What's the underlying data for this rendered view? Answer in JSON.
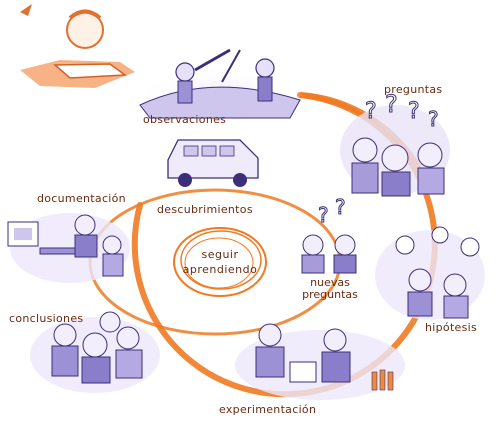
{
  "diagram": {
    "center": {
      "line1": "seguir",
      "line2": "aprendiendo"
    },
    "stages": {
      "observaciones": "observaciones",
      "preguntas": "preguntas",
      "hipotesis": "hipótesis",
      "experimentacion": "experimentación",
      "conclusiones": "conclusiones",
      "documentacion": "documentación",
      "descubrimientos": "descubrimientos",
      "nuevas_preguntas_1": "nuevas",
      "nuevas_preguntas_2": "preguntas"
    },
    "colors": {
      "cycle_ring": "#f07a22",
      "label_text": "#6b2a10",
      "illustration_fill": "#d9d4f0",
      "illustration_line": "#3c2f7a",
      "accent_orange": "#f08a3a"
    }
  }
}
